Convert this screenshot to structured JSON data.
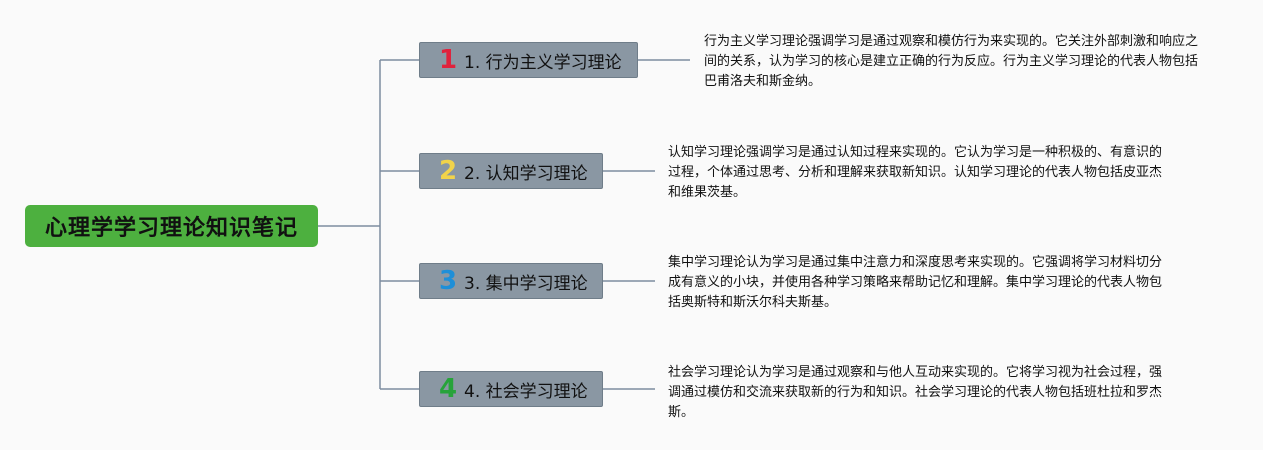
{
  "root": {
    "title": "心理学学习理论知识笔记"
  },
  "branches": [
    {
      "number": "1",
      "number_color": "#e0223c",
      "label": "1. 行为主义学习理论",
      "description": "行为主义学习理论强调学习是通过观察和模仿行为来实现的。它关注外部刺激和响应之间的关系，认为学习的核心是建立正确的行为反应。行为主义学习理论的代表人物包括巴甫洛夫和斯金纳。"
    },
    {
      "number": "2",
      "number_color": "#f2d34a",
      "label": "2. 认知学习理论",
      "description": "认知学习理论强调学习是通过认知过程来实现的。它认为学习是一种积极的、有意识的过程，个体通过思考、分析和理解来获取新知识。认知学习理论的代表人物包括皮亚杰和维果茨基。"
    },
    {
      "number": "3",
      "number_color": "#1e8fd8",
      "label": "3. 集中学习理论",
      "description": "集中学习理论认为学习是通过集中注意力和深度思考来实现的。它强调将学习材料切分成有意义的小块，并使用各种学习策略来帮助记忆和理解。集中学习理论的代表人物包括奥斯特和斯沃尔科夫斯基。"
    },
    {
      "number": "4",
      "number_color": "#27a33a",
      "label": "4. 社会学习理论",
      "description": "社会学习理论认为学习是通过观察和与他人互动来实现的。它将学习视为社会过程，强调通过模仿和交流来获取新的行为和知识。社会学习理论的代表人物包括班杜拉和罗杰斯。"
    }
  ],
  "colors": {
    "root_bg": "#4db03f",
    "branch_bg": "#8a97a3",
    "line": "#7d8ca0"
  }
}
